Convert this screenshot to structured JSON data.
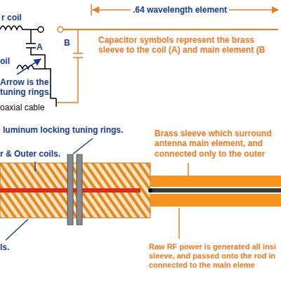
{
  "diagram": {
    "labels": [
      "r coil",
      "A",
      "B",
      ".64 wavelength element",
      "Capacitor symbols represent the brass sleeve to the coil (A) and main element (B",
      "oil",
      "Arrow is the tuning rings.",
      "oaxial cable",
      "luminum locking tuning rings.",
      "Brass sleeve which surround antenna main element, and connected only to the outer",
      "r & Outer coils.",
      "ls.",
      "Raw RF power is generated all insi sleeve, and passed onto the rod in connected to the main eleme"
    ]
  }
}
